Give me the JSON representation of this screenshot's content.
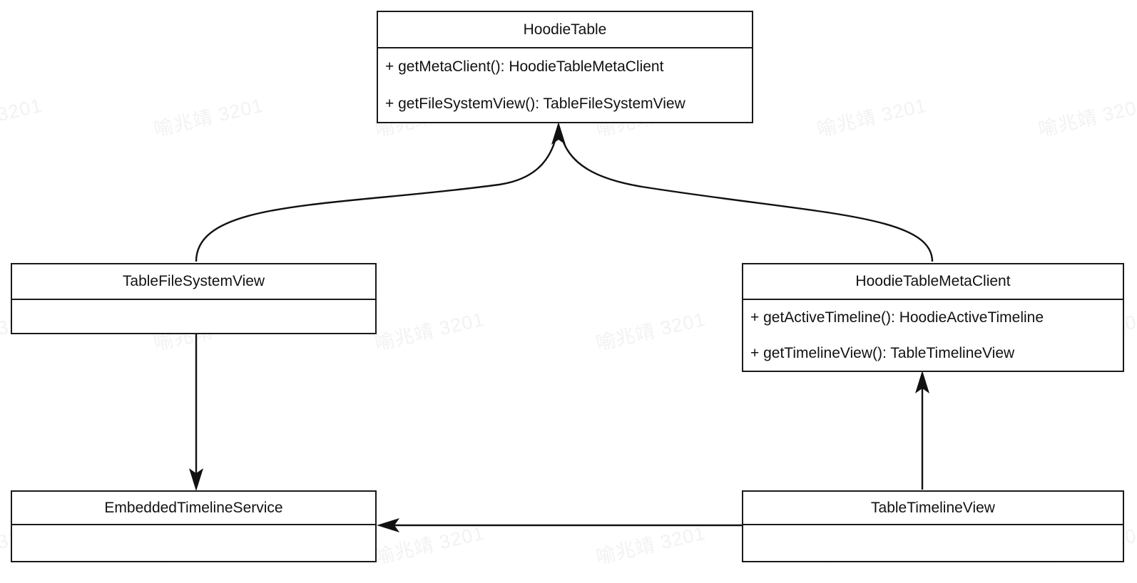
{
  "diagram": {
    "type": "uml-class-diagram",
    "title": "",
    "background_color": "#ffffff",
    "line_color": "#1a1a1a",
    "text_color": "#111111",
    "watermark": {
      "text": "喻兆靖 3201",
      "color": "#f2f2f2",
      "rotation_deg": -13
    },
    "classes": [
      {
        "id": "hoodie-table",
        "name": "HoodieTable",
        "members": [
          "+ getMetaClient(): HoodieTableMetaClient",
          "+ getFileSystemView(): TableFileSystemView"
        ]
      },
      {
        "id": "table-file-system-view",
        "name": "TableFileSystemView",
        "members": []
      },
      {
        "id": "hoodie-table-meta-client",
        "name": "HoodieTableMetaClient",
        "members": [
          "+ getActiveTimeline(): HoodieActiveTimeline",
          "+ getTimelineView(): TableTimelineView"
        ]
      },
      {
        "id": "embedded-timeline-service",
        "name": "EmbeddedTimelineService",
        "members": []
      },
      {
        "id": "table-timeline-view",
        "name": "TableTimelineView",
        "members": []
      }
    ],
    "edges": [
      {
        "id": "edge-fs-view-to-hoodie-table",
        "from": "table-file-system-view",
        "to": "hoodie-table",
        "style": "curved",
        "arrow": "solid-filled",
        "arrow_at": "to"
      },
      {
        "id": "edge-meta-client-to-hoodie-table",
        "from": "hoodie-table-meta-client",
        "to": "hoodie-table",
        "style": "curved",
        "arrow": "solid-filled",
        "arrow_at": "to"
      },
      {
        "id": "edge-fs-view-to-embedded-timeline",
        "from": "table-file-system-view",
        "to": "embedded-timeline-service",
        "style": "straight-vertical",
        "arrow": "solid-filled",
        "arrow_at": "to"
      },
      {
        "id": "edge-timeline-view-to-meta-client",
        "from": "table-timeline-view",
        "to": "hoodie-table-meta-client",
        "style": "straight-vertical",
        "arrow": "solid-filled",
        "arrow_at": "to"
      },
      {
        "id": "edge-timeline-view-to-embedded-timeline",
        "from": "table-timeline-view",
        "to": "embedded-timeline-service",
        "style": "straight-horizontal",
        "arrow": "solid-filled",
        "arrow_at": "to"
      }
    ]
  }
}
